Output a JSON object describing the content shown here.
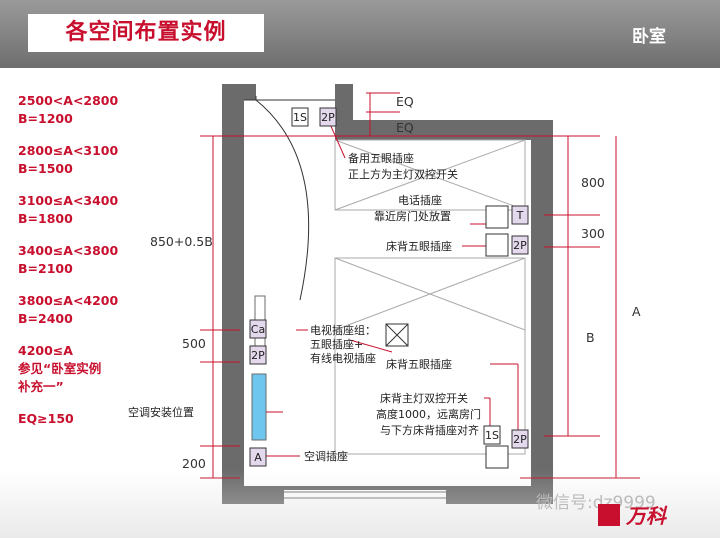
{
  "header": {
    "title": "各空间布置实例",
    "room": "卧室"
  },
  "rules": [
    "2500<A<2800\nB=1200",
    "2800≤A<3100\nB=1500",
    "3100≤A<3400\nB=1800",
    "3400≤A<3800\nB=2100",
    "3800≤A<4200\nB=2400",
    "4200≤A\n参见“卧室实例\n补充一”",
    "EQ≥150"
  ],
  "dimensions": {
    "eq_top": "EQ",
    "eq_bottom": "EQ",
    "d800": "800",
    "d300": "300",
    "d500": "500",
    "d200": "200",
    "d850": "850+0.5B",
    "a": "A",
    "b": "B"
  },
  "sockets": {
    "s_1s": "1S",
    "s_2p": "2P",
    "tel_2p": "2P",
    "tel_t": "T",
    "bed_2p": "2P",
    "tv_ca": "Ca",
    "tv_2p": "2P",
    "ac_a": "A",
    "bottom_1s": "1S",
    "bottom_2p": "2P"
  },
  "annotations": {
    "spare": "备用五眼插座\n正上方为主灯双控开关",
    "phone": "电话插座\n靠近房门处放置",
    "bedback_top": "床背五眼插座",
    "tv_group": "电视插座组：\n五眼插座+\n有线电视插座",
    "bedback_mid": "床背五眼插座",
    "switch": "床背主灯双控开关\n高度1000，远离房门\n与下方床背插座对齐",
    "ac_install": "空调安装位置",
    "ac_socket": "空调插座"
  },
  "watermark": "微信号:dz9999",
  "logo": "万科",
  "colors": {
    "red": "#c8102e",
    "wall": "#6b6b6b",
    "socket_fill": "#e4d8ec"
  }
}
